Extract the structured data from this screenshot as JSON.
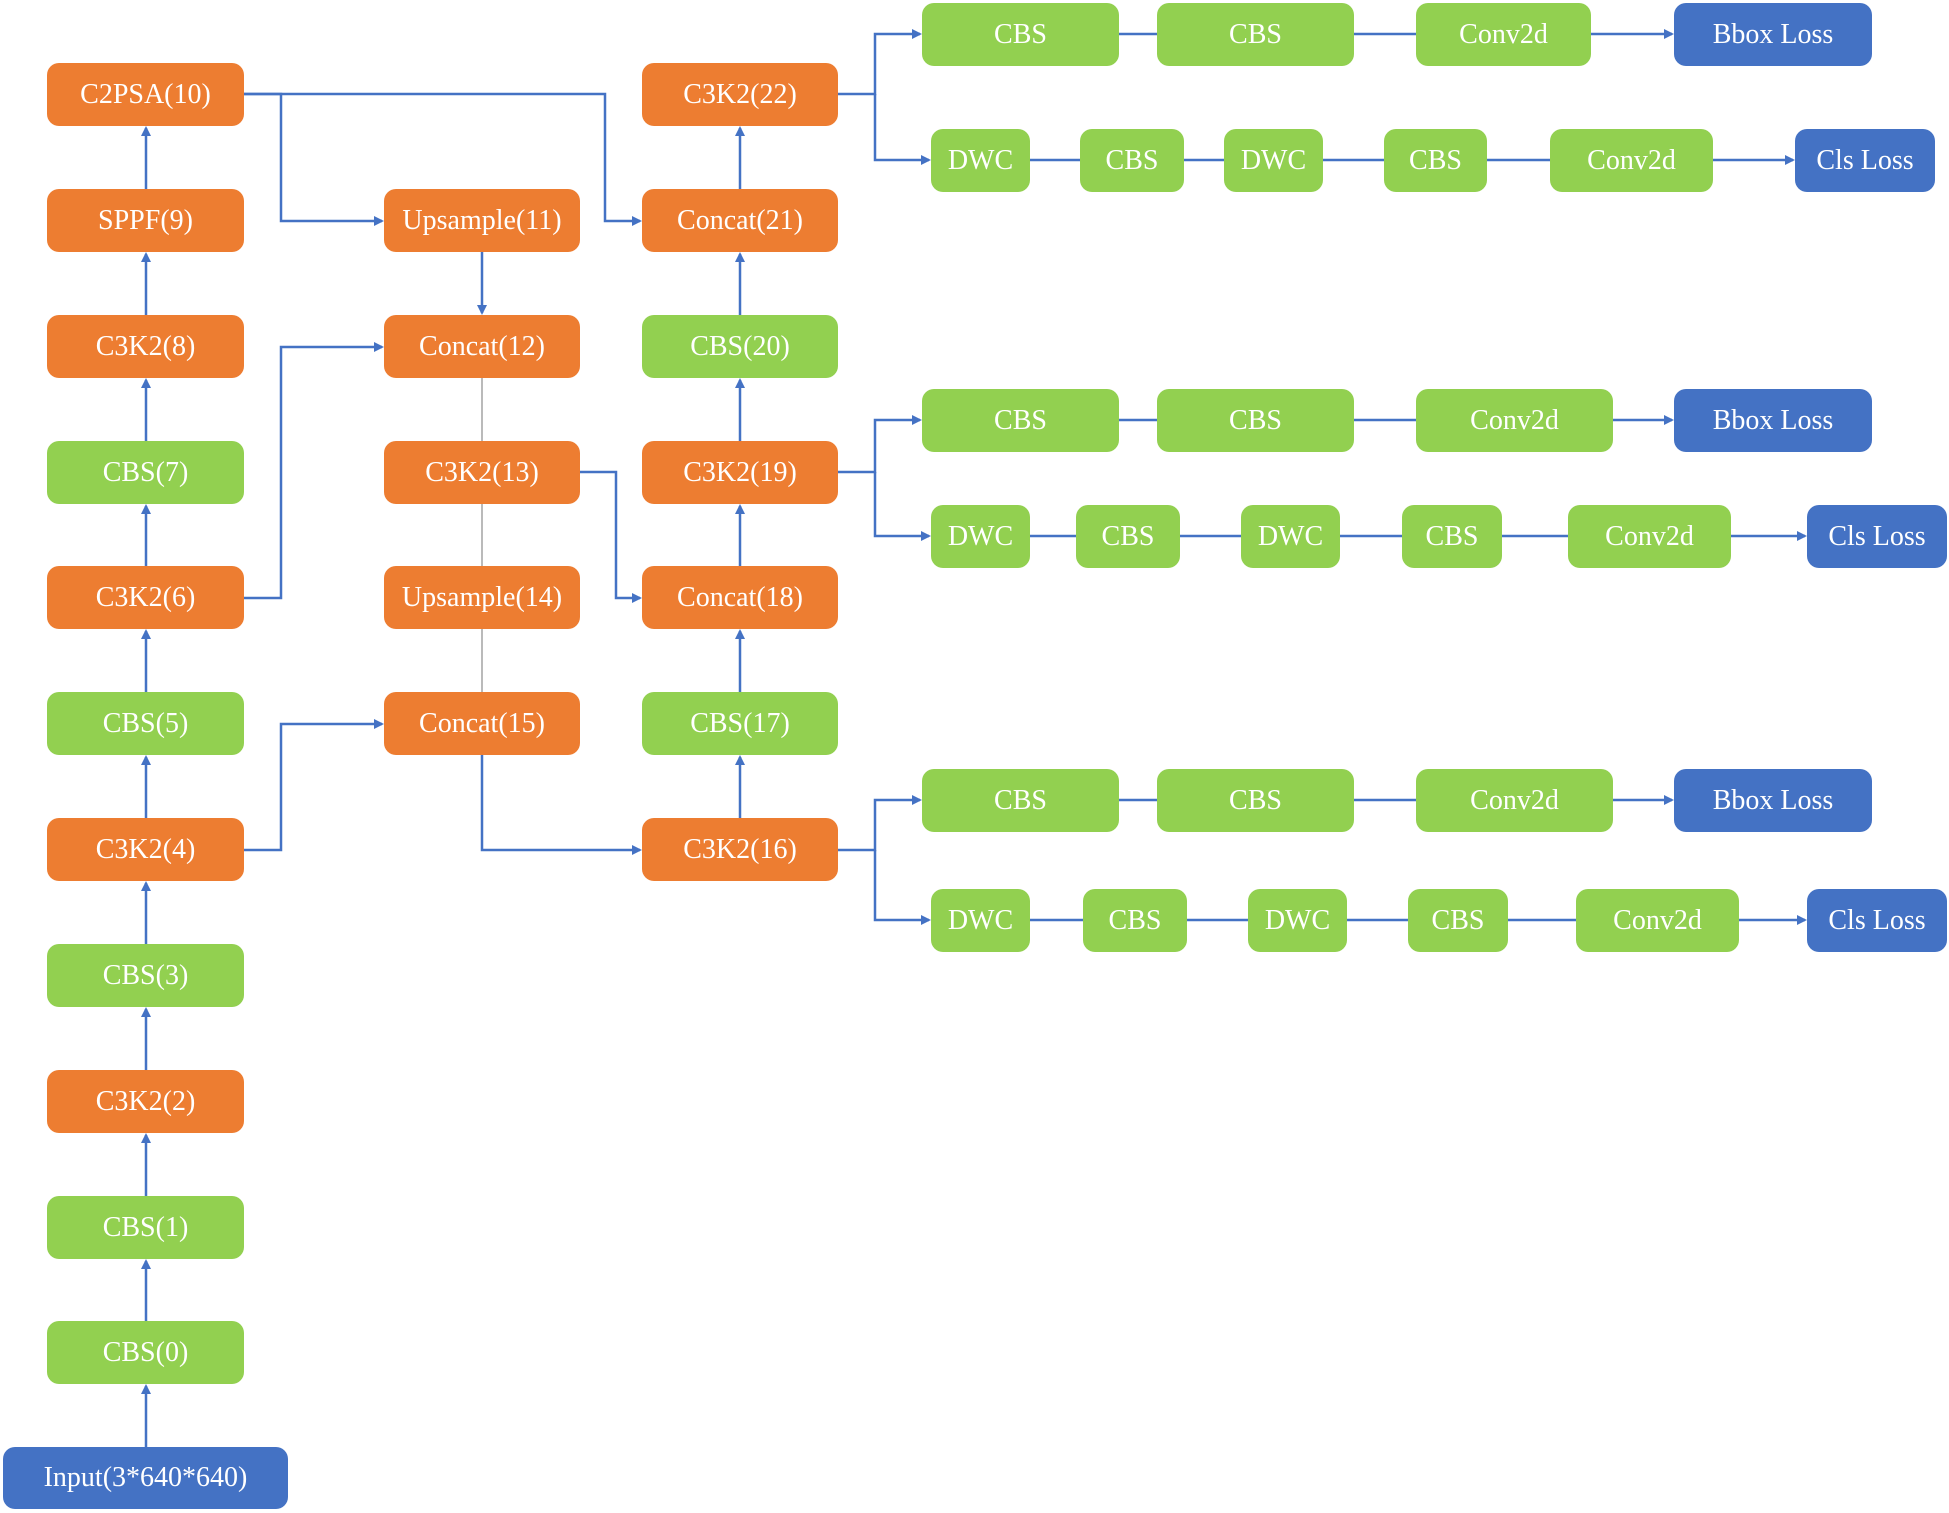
{
  "colors": {
    "backbone_orange": "#ed7d31",
    "conv_green": "#92d050",
    "io_blue": "#4472c4",
    "arrow_blue": "#4472c4",
    "thin_line_gray": "#8c8c8c"
  },
  "input": {
    "label": "Input(3*640*640)"
  },
  "backbone": {
    "n0": "CBS(0)",
    "n1": "CBS(1)",
    "n2": "C3K2(2)",
    "n3": "CBS(3)",
    "n4": "C3K2(4)",
    "n5": "CBS(5)",
    "n6": "C3K2(6)",
    "n7": "CBS(7)",
    "n8": "C3K2(8)",
    "n9": "SPPF(9)",
    "n10": "C2PSA(10)"
  },
  "neck": {
    "n11": "Upsample(11)",
    "n12": "Concat(12)",
    "n13": "C3K2(13)",
    "n14": "Upsample(14)",
    "n15": "Concat(15)",
    "n16": "C3K2(16)",
    "n17": "CBS(17)",
    "n18": "Concat(18)",
    "n19": "C3K2(19)",
    "n20": "CBS(20)",
    "n21": "Concat(21)",
    "n22": "C3K2(22)"
  },
  "heads": {
    "h22": {
      "bbox_branch": [
        "CBS",
        "CBS",
        "Conv2d",
        "Bbox Loss"
      ],
      "cls_branch": [
        "DWC",
        "CBS",
        "DWC",
        "CBS",
        "Conv2d",
        "Cls Loss"
      ]
    },
    "h19": {
      "bbox_branch": [
        "CBS",
        "CBS",
        "Conv2d",
        "Bbox Loss"
      ],
      "cls_branch": [
        "DWC",
        "CBS",
        "DWC",
        "CBS",
        "Conv2d",
        "Cls Loss"
      ]
    },
    "h16": {
      "bbox_branch": [
        "CBS",
        "CBS",
        "Conv2d",
        "Bbox Loss"
      ],
      "cls_branch": [
        "DWC",
        "CBS",
        "DWC",
        "CBS",
        "Conv2d",
        "Cls Loss"
      ]
    }
  }
}
